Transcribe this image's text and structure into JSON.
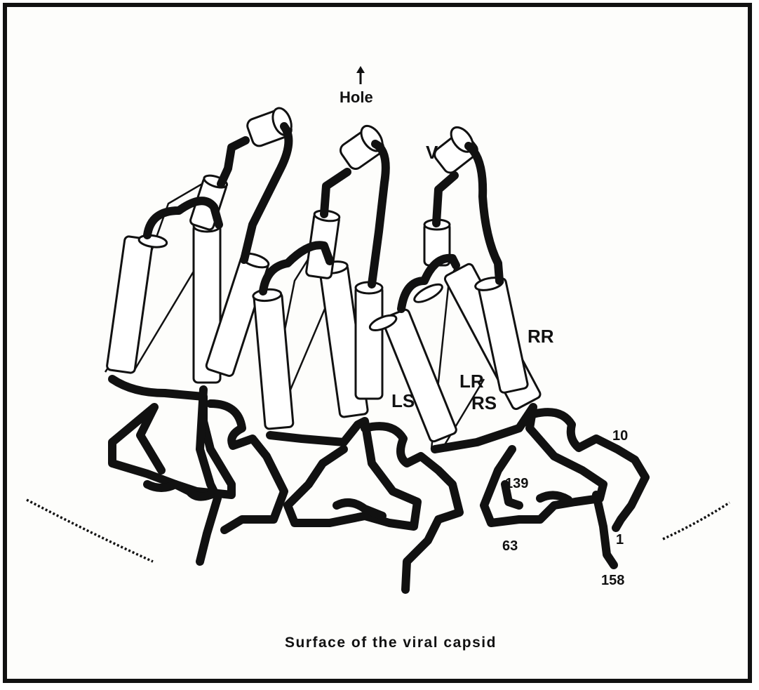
{
  "labels": {
    "hole": "Hole",
    "v": "V",
    "rr": "RR",
    "lr": "LR",
    "rs": "RS",
    "ls": "LS",
    "n10": "10",
    "n139": "139",
    "n63": "63",
    "n1": "1",
    "n158": "158"
  },
  "caption": "Surface of the viral capsid",
  "icons": [
    "arrow-up-icon"
  ],
  "colors": {
    "ink": "#111111",
    "paper": "#fdfdfb"
  }
}
